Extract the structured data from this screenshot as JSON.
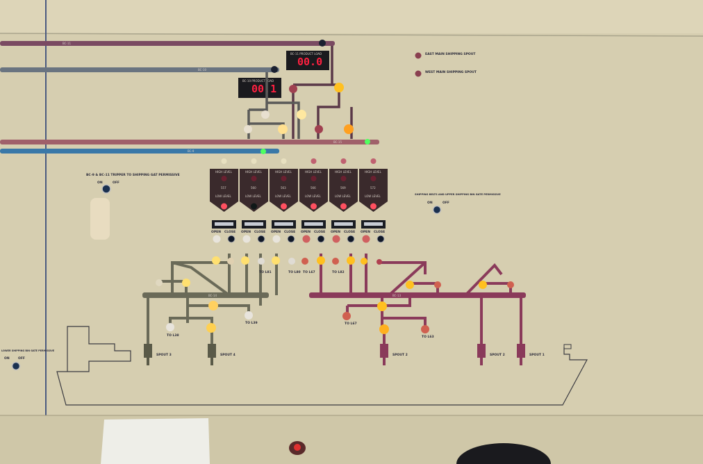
{
  "panel": {
    "conveyors": {
      "bc11": "BC-11",
      "bc10": "BC-10",
      "bc15": "BC-15",
      "bc9": "BC-9",
      "bc14": "BC-14",
      "bc13": "BC-13"
    },
    "displays": [
      {
        "title": "BC-11 PRODUCT LOAD",
        "value": "00.0"
      },
      {
        "title": "BC-10 PRODUCT LOAD",
        "value": "00.1"
      }
    ],
    "legend": [
      {
        "label": "EAST MAIN SHIPPING SPOUT"
      },
      {
        "label": "WEST MAIN SHIPPING SPOUT"
      }
    ],
    "switches": [
      {
        "label": "BC-9 & BC-11 TRIPPER TO SHIPPING GAT PERMISSIVE",
        "on": "ON",
        "off": "OFF"
      },
      {
        "label": "SHIPPING BELTS AND UPPER SHIPPING BIN GATE PERMISSIVE",
        "on": "ON",
        "off": "OFF"
      },
      {
        "label": "LOWER SHIPPING BIN GATE PERMISSIVE",
        "on": "ON",
        "off": "OFF"
      }
    ],
    "bins": [
      {
        "high": "HIGH LEVEL",
        "name": "557",
        "low": "LOW LEVEL",
        "open": "OPEN",
        "close": "CLOSE"
      },
      {
        "high": "HIGH LEVEL",
        "name": "560",
        "low": "LOW LEVEL",
        "open": "OPEN",
        "close": "CLOSE"
      },
      {
        "high": "HIGH LEVEL",
        "name": "563",
        "low": "LOW LEVEL",
        "open": "OPEN",
        "close": "CLOSE"
      },
      {
        "high": "HIGH LEVEL",
        "name": "566",
        "low": "LOW LEVEL",
        "open": "OPEN",
        "close": "CLOSE"
      },
      {
        "high": "HIGH LEVEL",
        "name": "569",
        "low": "LOW LEVEL",
        "open": "OPEN",
        "close": "CLOSE"
      },
      {
        "high": "HIGH LEVEL",
        "name": "572",
        "low": "LOW LEVEL",
        "open": "OPEN",
        "close": "CLOSE"
      }
    ],
    "destinations": [
      "TO L81",
      "TO L80",
      "TO L67",
      "TO L82",
      "TO L39",
      "TO L38",
      "TO L67",
      "TO L63"
    ],
    "spouts": [
      "SPOUT 3",
      "SPOUT 4",
      "SPOUT 2",
      "SPOUT 2",
      "SPOUT 1"
    ],
    "colors": {
      "wall": "#d8cfb2",
      "west": "#6e6a58",
      "east": "#8a3a5a",
      "bin": "#3a2a2a",
      "amber": "#ffc020",
      "red": "#e04050",
      "green": "#50ff60"
    }
  }
}
